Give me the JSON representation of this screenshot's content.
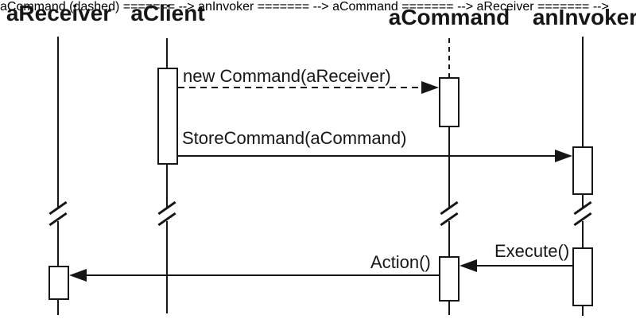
{
  "diagram": {
    "kind": "uml-sequence-diagram",
    "background_color": "#ffffff",
    "line_color": "#161616",
    "objects": [
      {
        "name": "aReceiver"
      },
      {
        "name": "aClient"
      },
      {
        "name": "aCommand"
      },
      {
        "name": "anInvoker"
      }
    ],
    "messages": [
      {
        "label": "new Command(aReceiver)",
        "from": "aClient",
        "to": "aCommand",
        "line_style": "dashed",
        "direction": "right"
      },
      {
        "label": "StoreCommand(aCommand)",
        "from": "aClient",
        "to": "anInvoker",
        "line_style": "solid",
        "direction": "right"
      },
      {
        "label": "Execute()",
        "from": "anInvoker",
        "to": "aCommand",
        "line_style": "solid",
        "direction": "left"
      },
      {
        "label": "Action()",
        "from": "aCommand",
        "to": "aReceiver",
        "line_style": "solid",
        "direction": "left"
      }
    ],
    "notation": {
      "time_break_marks": "double slash on each lifeline",
      "activation_boxes": 6
    }
  }
}
